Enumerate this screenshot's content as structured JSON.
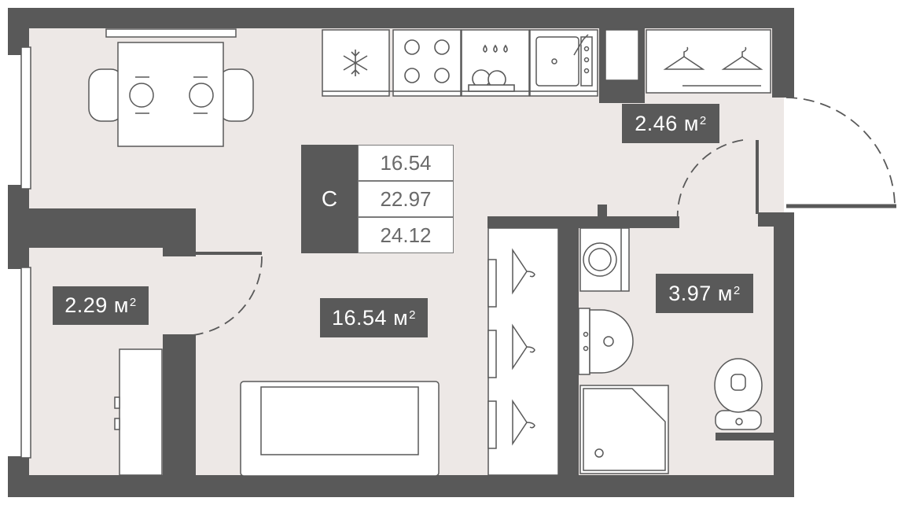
{
  "rooms": [
    {
      "name": "main-room",
      "area": "16.54 м",
      "unit_sup": "2"
    },
    {
      "name": "balcony",
      "area": "2.29 м",
      "unit_sup": "2"
    },
    {
      "name": "hallway",
      "area": "2.46 м",
      "unit_sup": "2"
    },
    {
      "name": "bathroom",
      "area": "3.97 м",
      "unit_sup": "2"
    }
  ],
  "area_table": {
    "type_letter": "С",
    "values": [
      "16.54",
      "22.97",
      "24.12"
    ]
  },
  "colors": {
    "wall": "#595959",
    "floor": "#ede8e6",
    "fixture_fill": "#ffffff",
    "fixture_stroke": "#595959",
    "label_bg": "#595959",
    "label_text": "#ffffff"
  }
}
